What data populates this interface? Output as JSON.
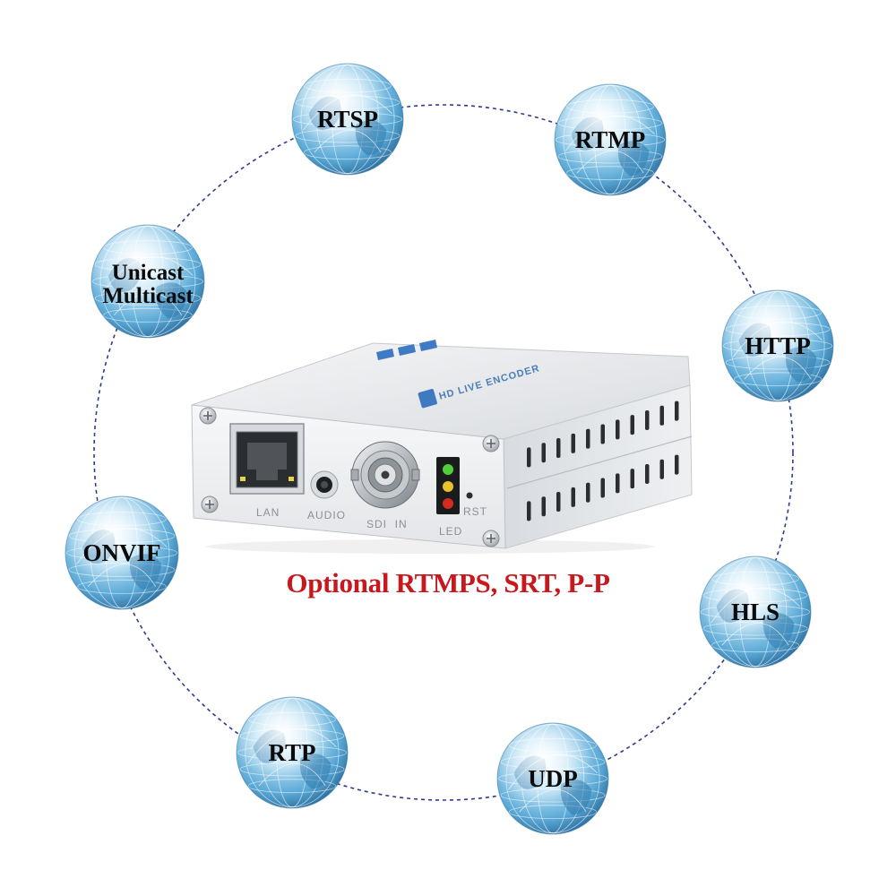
{
  "protocols": [
    {
      "id": "rtsp",
      "label": "RTSP"
    },
    {
      "id": "rtmp",
      "label": "RTMP"
    },
    {
      "id": "unicast-multicast",
      "label_line1": "Unicast",
      "label_line2": "Multicast"
    },
    {
      "id": "http",
      "label": "HTTP"
    },
    {
      "id": "onvif",
      "label": "ONVIF"
    },
    {
      "id": "hls",
      "label": "HLS"
    },
    {
      "id": "rtp",
      "label": "RTP"
    },
    {
      "id": "udp",
      "label": "UDP"
    }
  ],
  "device": {
    "brand_text": "HD LIVE ENCODER",
    "ports": {
      "lan": "LAN",
      "audio": "AUDIO",
      "sdi_in": "SDI  IN",
      "led": "LED",
      "rst": "RST"
    }
  },
  "caption": "Optional RTMPS, SRT, P-P",
  "colors": {
    "caption": "#c8171d",
    "ring": "#2f3a8f",
    "globe_light": "#e9f6fd",
    "globe_mid": "#6fb7df",
    "globe_dark": "#2c6f9f",
    "led_green": "#4fcf3a",
    "led_yellow": "#e7c22a",
    "led_red": "#d42a1f"
  }
}
